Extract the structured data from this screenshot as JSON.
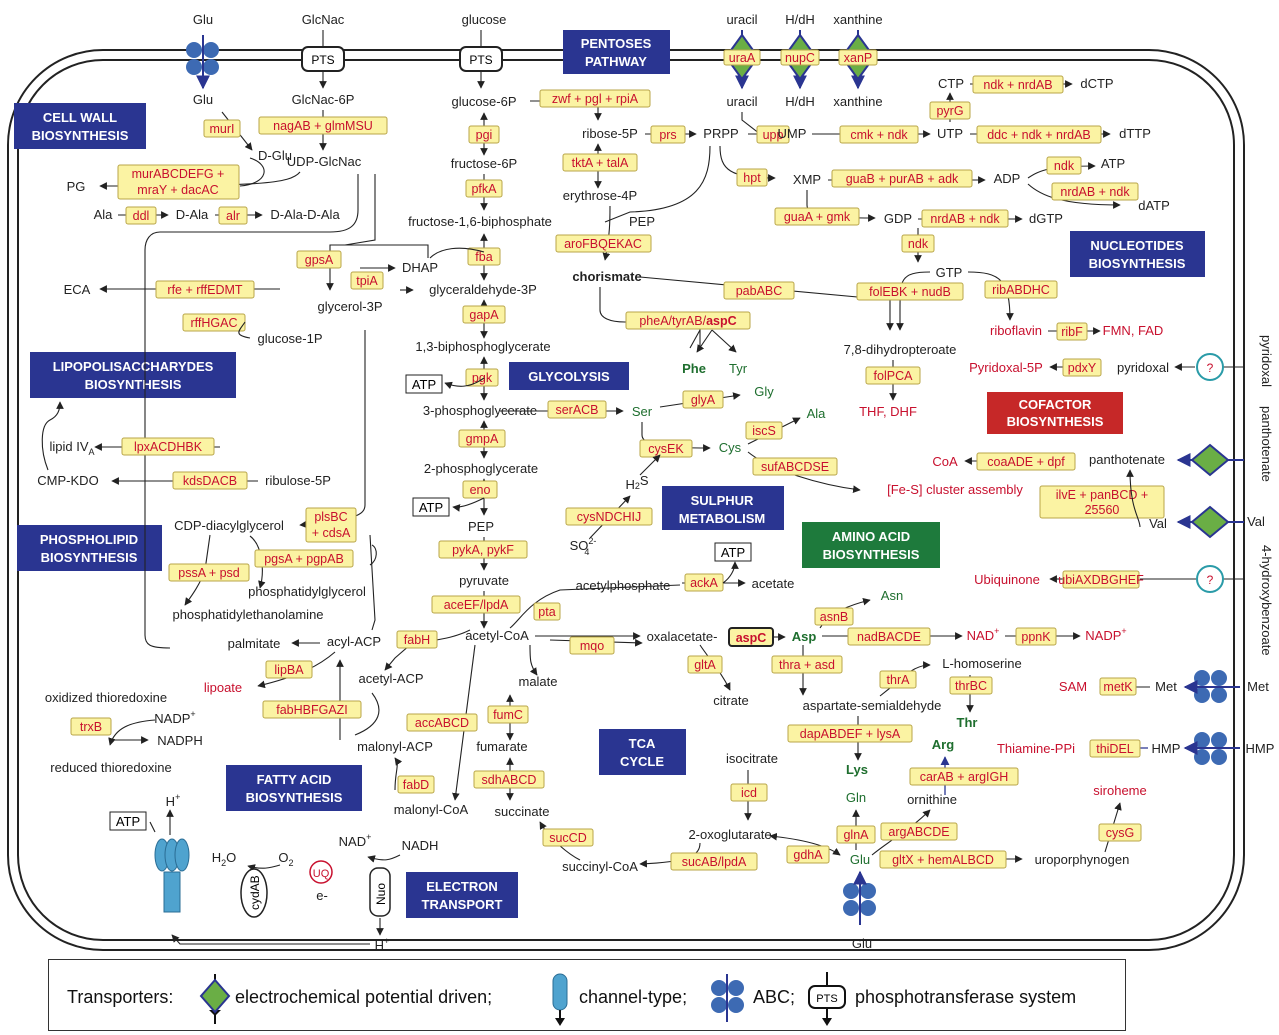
{
  "colors": {
    "section": "#2a3591",
    "amino_section": "#1e7a3c",
    "cofactor_section": "#c62828",
    "gene_fill": "#fbf3a3",
    "gene_text": "#c8102e",
    "green_text": "#1e6e2e",
    "transporter_ep": "#6aae45",
    "transporter_abc": "#3d6ab3",
    "channel": "#4fa3cf"
  },
  "sections": {
    "cell_wall": "CELL WALL BIOSYNTHESIS",
    "pentoses": "PENTOSES PATHWAY",
    "lps": "LIPOPOLISACCHARYDES BIOSYNTHESIS",
    "glycolysis": "GLYCOLYSIS",
    "nucleotides": "NUCLEOTIDES BIOSYNTHESIS",
    "cofactor": "COFACTOR BIOSYNTHESIS",
    "sulphur": "SULPHUR METABOLISM",
    "amino": "AMINO ACID BIOSYNTHESIS",
    "phospholipid": "PHOSPHOLIPID BIOSYNTHESIS",
    "fatty": "FATTY ACID BIOSYNTHESIS",
    "tca": "TCA CYCLE",
    "electron": "ELECTRON TRANSPORT"
  },
  "external": {
    "glu_top": "Glu",
    "glcnac": "GlcNac",
    "glucose": "glucose",
    "uracil": "uracil",
    "hdh": "H/dH",
    "xanthine": "xanthine",
    "pyridoxal": "pyridoxal",
    "panthotenate": "panthotenate",
    "val": "Val",
    "hydroxybenzoate": "4-hydroxybenzoate",
    "met": "Met",
    "hmp": "HMP",
    "glu_bottom": "Glu"
  },
  "metabolites": {
    "glu_in": "Glu",
    "d_glu": "D-Glu",
    "glcnac6p": "GlcNac-6P",
    "udp_glcnac": "UDP-GlcNac",
    "pg": "PG",
    "ala": "Ala",
    "d_ala": "D-Ala",
    "d_ala_d_ala": "D-Ala-D-Ala",
    "eca": "ECA",
    "glucose1p": "glucose-1P",
    "lipid_iva": "lipid IV",
    "lipid_sub": "A",
    "cmp_kdo": "CMP-KDO",
    "ribulose5p": "ribulose-5P",
    "glucose6p": "glucose-6P",
    "fructose6p": "fructose-6P",
    "fructose16": "fructose-1,6-biphosphate",
    "dhap": "DHAP",
    "glycerol3p": "glycerol-3P",
    "gap": "glyceraldehyde-3P",
    "bpg": "1,3-biphosphoglycerate",
    "pg3": "3-phosphoglycerate",
    "pg2": "2-phosphoglycerate",
    "pep": "PEP",
    "pyruvate": "pyruvate",
    "acetylcoa": "acetyl-CoA",
    "ribose5p": "ribose-5P",
    "prpp": "PRPP",
    "erythrose4p": "erythrose-4P",
    "pep2": "PEP",
    "chorismate": "chorismate",
    "phe": "Phe",
    "tyr": "Tyr",
    "uracil_in": "uracil",
    "hdh_in": "H/dH",
    "xanthine_in": "xanthine",
    "ump": "UMP",
    "utp": "UTP",
    "ctp": "CTP",
    "dctp": "dCTP",
    "dttp": "dTTP",
    "xmp": "XMP",
    "adp": "ADP",
    "atp_n": "ATP",
    "datp": "dATP",
    "gdp": "GDP",
    "dgtp": "dGTP",
    "gtp": "GTP",
    "dihydropteroate": "7,8-dihydropteroate",
    "thf": "THF, DHF",
    "riboflavin": "riboflavin",
    "fmn": "FMN, FAD",
    "pyridoxal5p": "Pyridoxal-5P",
    "pyridoxal_in": "pyridoxal",
    "coa": "CoA",
    "panthotenate_in": "panthotenate",
    "fes": "[Fe-S] cluster assembly",
    "val_in": "Val",
    "ubiquinone": "Ubiquinone",
    "ser": "Ser",
    "gly": "Gly",
    "cys": "Cys",
    "ala2": "Ala",
    "h2s": "H",
    "h2s_2": "S",
    "so4": "SO",
    "so4_sup": "2-",
    "so4_sub": "4",
    "acetylphosphate": "acetylphosphate",
    "acetate": "acetate",
    "oxalacetate": "oxalacetate-",
    "asp": "Asp",
    "asn": "Asn",
    "nad": "NAD",
    "nadp": "NADP",
    "citrate": "citrate",
    "malate": "malate",
    "fumarate": "fumarate",
    "succinate": "succinate",
    "succinylcoa": "succinyl-CoA",
    "isocitrate": "isocitrate",
    "oxoglutarate": "2-oxoglutarate",
    "lhomoserine": "L-homoserine",
    "thr": "Thr",
    "aspsemi": "aspartate-semialdehyde",
    "lys": "Lys",
    "arg": "Arg",
    "ornithine": "ornithine",
    "gln": "Gln",
    "glu_mid": "Glu",
    "uroporphynogen": "uroporphynogen",
    "siroheme": "siroheme",
    "sam": "SAM",
    "met_in": "Met",
    "thiamine": "Thiamine-PPi",
    "hmp_in": "HMP",
    "cdpdag": "CDP-diacylglycerol",
    "pgly": "phosphatidylglycerol",
    "pethan": "phosphatidylethanolamine",
    "palmitate": "palmitate",
    "acylacp": "acyl-ACP",
    "acetylacp": "acetyl-ACP",
    "malonylacp": "malonyl-ACP",
    "malonylcoa": "malonyl-CoA",
    "lipoate": "lipoate",
    "oxthio": "oxidized thioredoxine",
    "redthio": "reduced thioredoxine",
    "nadp_t": "NADP",
    "nadph": "NADPH",
    "h2o": "H",
    "o2": "O",
    "nad_e": "NAD",
    "nadh": "NADH",
    "uq": "UQ",
    "e": "e-",
    "hplus_top": "H",
    "hplus_bot": "H",
    "plus": "+",
    "two": "2"
  },
  "atp_boxes": [
    "ATP",
    "ATP",
    "ATP",
    "ATP"
  ],
  "genes": {
    "murI": "murI",
    "nagab": "nagAB + glmMSU",
    "murabc": "murABCDEFG +",
    "mray": "mraY + dacAC",
    "ddl": "ddl",
    "alr": "alr",
    "rfe": "rfe + rffEDMT",
    "rffhgac": "rffHGAC",
    "lpxa": "lpxACDHBK",
    "kdsd": "kdsDACB",
    "gpsa": "gpsA",
    "tpia": "tpiA",
    "pgi": "pgi",
    "pfka": "pfkA",
    "fba": "fba",
    "gapa": "gapA",
    "pgk": "pgk",
    "gmpa": "gmpA",
    "eno": "eno",
    "pyka": "pykA, pykF",
    "acee": "aceEF/lpdA",
    "zwf": "zwf + pgl + rpiA",
    "prs": "prs",
    "tkta": "tktA + talA",
    "arof": "aroFBQEKAC",
    "pababc": "pabABC",
    "phea": "pheA/tyrAB/",
    "phea_b": "aspC",
    "uraa": "uraA",
    "nupc": "nupC",
    "xanp": "xanP",
    "upp": "upp",
    "cmk": "cmk + ndk",
    "ndk1": "ndk + nrdAB",
    "pyrg": "pyrG",
    "ddc": "ddc + ndk + nrdAB",
    "hpt": "hpt",
    "guab": "guaB + purAB + adk",
    "ndk2": "ndk",
    "nrdab": "nrdAB + ndk",
    "guaa": "guaA + gmk",
    "nrdab2": "nrdAB + ndk",
    "ndk3": "ndk",
    "folebk": "folEBK + nudB",
    "ribabd": "ribABDHC",
    "folpca": "folPCA",
    "ribf": "ribF",
    "pdxy": "pdxY",
    "coaade": "coaADE + dpf",
    "ilve": "ilvE + panBCD +",
    "ilve2": "25560",
    "ubiax": "ubiAXDBGHEF",
    "serac": "serACB",
    "glya": "glyA",
    "cysek": "cysEK",
    "iscs": "iscS",
    "sufa": "sufABCDSE",
    "cysn": "cysNDCHIJ",
    "ackA": "ackA",
    "pta": "pta",
    "mqo": "mqo",
    "aspc": "aspC",
    "asnb": "asnB",
    "nadb": "nadBACDE",
    "ppnk": "ppnK",
    "glta": "gltA",
    "fumc": "fumC",
    "sdha": "sdhABCD",
    "sucd": "sucCD",
    "sucab": "sucAB/lpdA",
    "icd": "icd",
    "thra": "thra + asd",
    "thra2": "thrA",
    "thrbc": "thrBC",
    "dapab": "dapABDEF + lysA",
    "carab": "carAB + argIGH",
    "argabc": "argABCDE",
    "glna": "glnA",
    "gdha": "gdhA",
    "gltx": "gltX + hemALBCD",
    "cysg": "cysG",
    "metk": "metK",
    "thidel": "thiDEL",
    "plsbc": "plsBC",
    "cdsa": "+ cdsA",
    "pgsa": "pgsA + pgpAB",
    "pssa": "pssA + psd",
    "fabh": "fabH",
    "lipba": "lipBA",
    "fabhbf": "fabHBFGAZI",
    "accabcd": "accABCD",
    "fabd": "fabD",
    "trxb": "trxB",
    "pts": "PTS",
    "cydab": "cydAB",
    "nuo": "Nuo",
    "unknown": "?"
  },
  "legend": {
    "label": "Transporters:",
    "ep": "electrochemical potential driven;",
    "channel": "channel-type;",
    "abc": "ABC;",
    "pts": "phosphotransferase system",
    "pts_icon": "PTS"
  }
}
